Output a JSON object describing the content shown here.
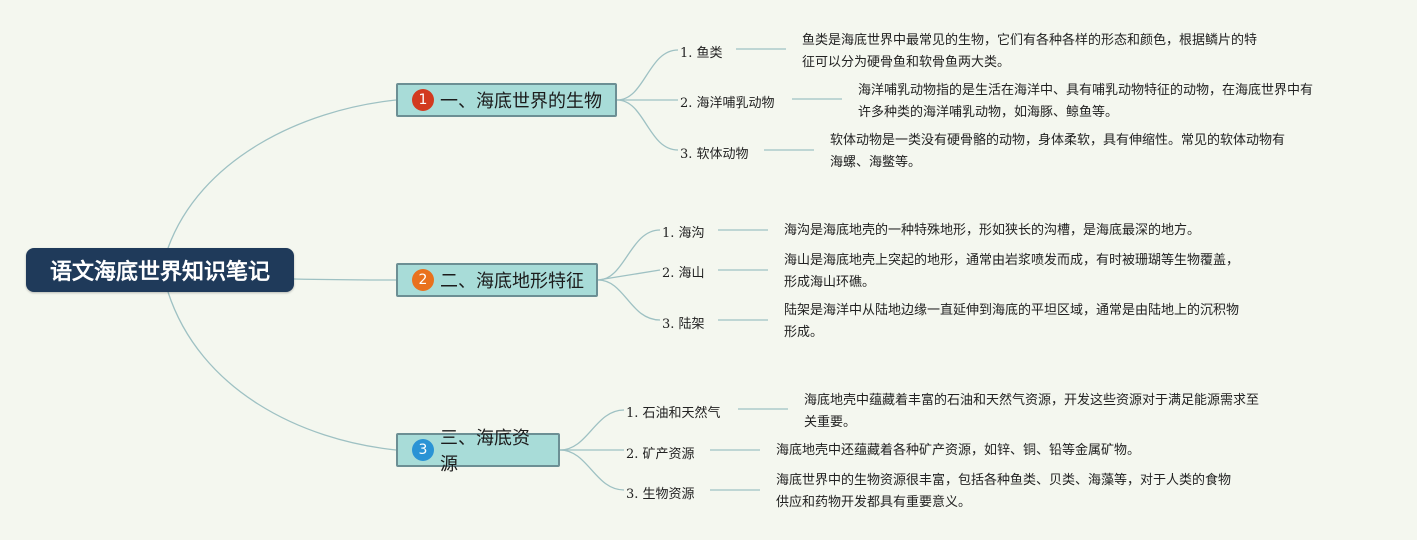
{
  "root": {
    "title": "语文海底世界知识笔记"
  },
  "colors": {
    "line": "#9ec1c3",
    "root_bg": "#1f3a5a",
    "branch_bg": "#a8dcd8",
    "branch_border": "#6c8f94"
  },
  "branches": [
    {
      "num": "1",
      "badge_color": "#d23a1f",
      "title": "一、海底世界的生物",
      "children": [
        {
          "label": "1. 鱼类",
          "lines": [
            "鱼类是海底世界中最常见的生物，它们有各种各样的形态和颜色，根据鳞片的特",
            "征可以分为硬骨鱼和软骨鱼两大类。"
          ]
        },
        {
          "label": "2. 海洋哺乳动物",
          "lines": [
            "海洋哺乳动物指的是生活在海洋中、具有哺乳动物特征的动物，在海底世界中有",
            "许多种类的海洋哺乳动物，如海豚、鲸鱼等。"
          ]
        },
        {
          "label": "3. 软体动物",
          "lines": [
            "软体动物是一类没有硬骨骼的动物，身体柔软，具有伸缩性。常见的软体动物有",
            "海螺、海鳖等。"
          ]
        }
      ]
    },
    {
      "num": "2",
      "badge_color": "#e9711d",
      "title": "二、海底地形特征",
      "children": [
        {
          "label": "1. 海沟",
          "lines": [
            "海沟是海底地壳的一种特殊地形，形如狭长的沟槽，是海底最深的地方。"
          ]
        },
        {
          "label": "2. 海山",
          "lines": [
            "海山是海底地壳上突起的地形，通常由岩浆喷发而成，有时被珊瑚等生物覆盖，",
            "形成海山环礁。"
          ]
        },
        {
          "label": "3. 陆架",
          "lines": [
            "陆架是海洋中从陆地边缘一直延伸到海底的平坦区域，通常是由陆地上的沉积物",
            "形成。"
          ]
        }
      ]
    },
    {
      "num": "3",
      "badge_color": "#2a93d5",
      "title": "三、海底资源",
      "children": [
        {
          "label": "1. 石油和天然气",
          "lines": [
            "海底地壳中蕴藏着丰富的石油和天然气资源，开发这些资源对于满足能源需求至",
            "关重要。"
          ]
        },
        {
          "label": "2. 矿产资源",
          "lines": [
            "海底地壳中还蕴藏着各种矿产资源，如锌、铜、铅等金属矿物。"
          ]
        },
        {
          "label": "3. 生物资源",
          "lines": [
            "海底世界中的生物资源很丰富，包括各种鱼类、贝类、海藻等，对于人类的食物",
            "供应和药物开发都具有重要意义。"
          ]
        }
      ]
    }
  ]
}
